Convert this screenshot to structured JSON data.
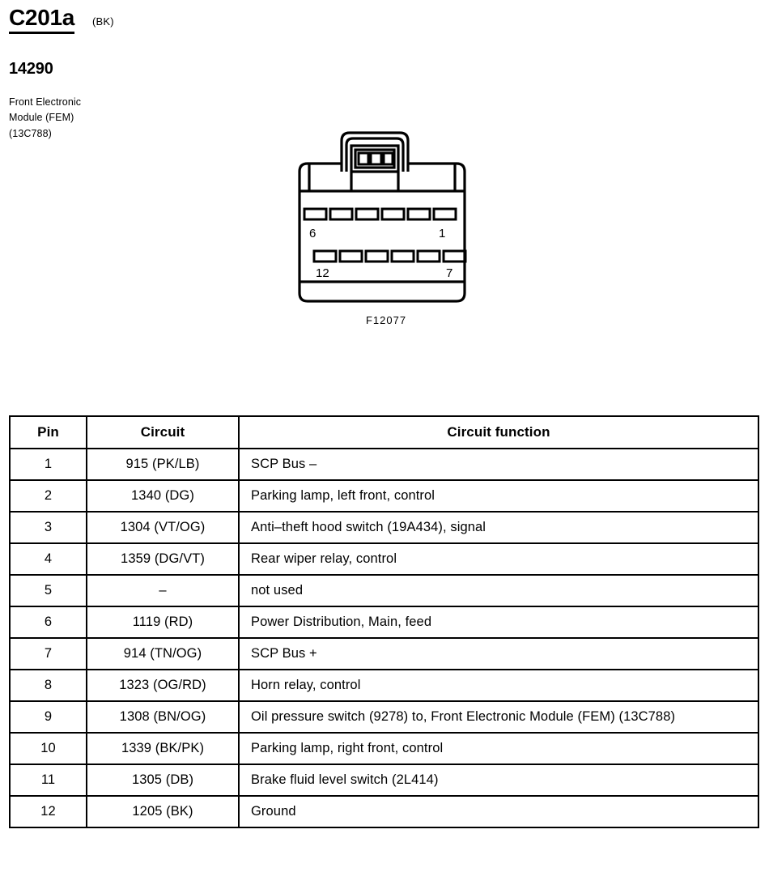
{
  "header": {
    "connector_id": "C201a",
    "connector_color": "(BK)",
    "part_number": "14290",
    "component_description": "Front Electronic\nModule (FEM)\n(13C788)"
  },
  "connector": {
    "caption": "F12077",
    "upper_row_left_label": "6",
    "upper_row_right_label": "1",
    "lower_row_left_label": "12",
    "lower_row_right_label": "7",
    "upper_cavity_count": 6,
    "lower_cavity_count": 6,
    "latch_slot_count": 3
  },
  "table": {
    "headers": [
      "Pin",
      "Circuit",
      "Circuit function"
    ],
    "rows": [
      {
        "pin": "1",
        "circuit": "915 (PK/LB)",
        "function": "SCP Bus –"
      },
      {
        "pin": "2",
        "circuit": "1340 (DG)",
        "function": "Parking lamp, left front, control"
      },
      {
        "pin": "3",
        "circuit": "1304 (VT/OG)",
        "function": "Anti–theft hood switch (19A434), signal"
      },
      {
        "pin": "4",
        "circuit": "1359 (DG/VT)",
        "function": "Rear wiper relay, control"
      },
      {
        "pin": "5",
        "circuit": "–",
        "function": "not used"
      },
      {
        "pin": "6",
        "circuit": "1119 (RD)",
        "function": "Power Distribution, Main, feed"
      },
      {
        "pin": "7",
        "circuit": "914 (TN/OG)",
        "function": "SCP Bus +"
      },
      {
        "pin": "8",
        "circuit": "1323 (OG/RD)",
        "function": "Horn relay, control"
      },
      {
        "pin": "9",
        "circuit": "1308 (BN/OG)",
        "function": "Oil pressure switch (9278) to, Front Electronic Module (FEM) (13C788)",
        "tall": true
      },
      {
        "pin": "10",
        "circuit": "1339 (BK/PK)",
        "function": "Parking lamp, right front, control"
      },
      {
        "pin": "11",
        "circuit": "1305 (DB)",
        "function": "Brake fluid level switch (2L414)"
      },
      {
        "pin": "12",
        "circuit": "1205 (BK)",
        "function": "Ground"
      }
    ]
  },
  "colors": {
    "ink": "#000000",
    "paper": "#ffffff"
  }
}
